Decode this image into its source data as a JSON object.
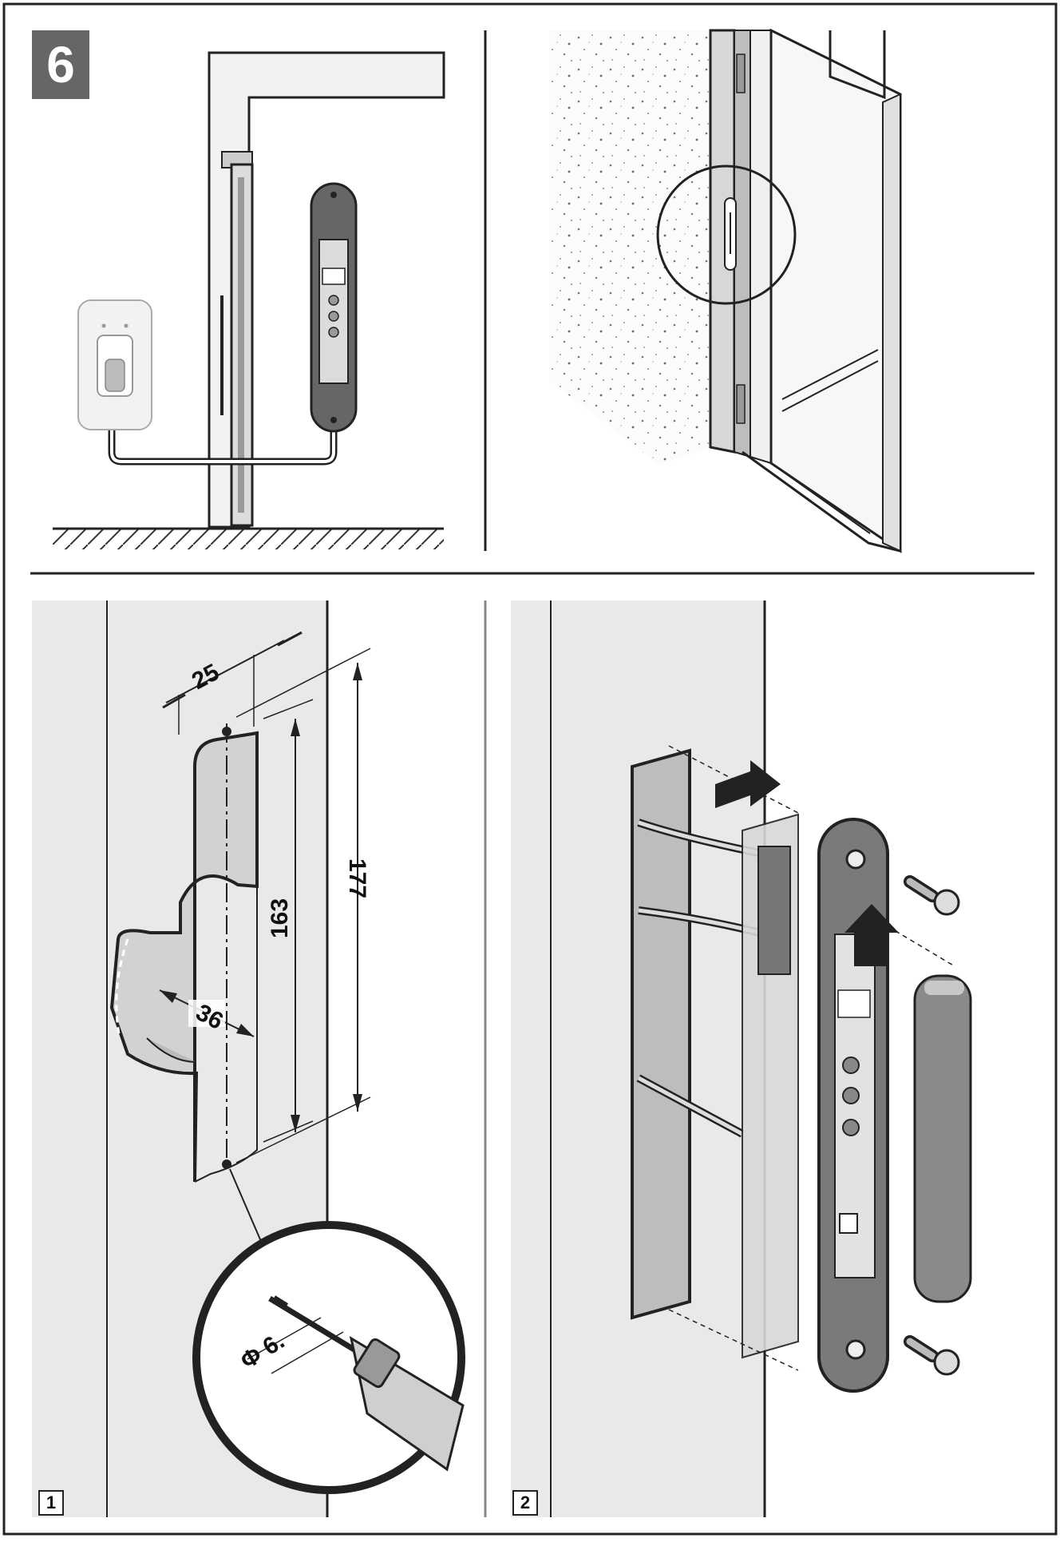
{
  "step_number": "6",
  "sub_steps": [
    "1",
    "2"
  ],
  "dimensions": {
    "width": "25",
    "inner_height": "163",
    "outer_height": "177",
    "depth": "36",
    "drill": "Φ 6."
  },
  "colors": {
    "badge": "#666666",
    "wall": "#e9e9e9",
    "device_dark": "#6f6f6f",
    "line": "#222222"
  }
}
